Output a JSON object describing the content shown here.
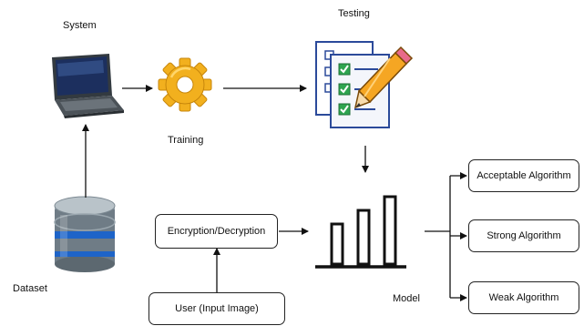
{
  "labels": {
    "system": "System",
    "testing": "Testing",
    "training": "Training",
    "dataset": "Dataset",
    "model": "Model"
  },
  "boxes": {
    "encryption": "Encryption/Decryption",
    "user_input": "User (Input Image)",
    "acceptable": "Acceptable Algorithm",
    "strong": "Strong Algorithm",
    "weak": "Weak Algorithm"
  },
  "icons": {
    "system": "laptop-icon",
    "training": "gear-icon",
    "testing": "checklist-pencil-icon",
    "dataset": "database-icon",
    "model": "bar-chart-icon"
  },
  "colors": {
    "gear": "#f2b01e",
    "database": "#6f7c86",
    "database_band": "#1e64c8",
    "checklist_border": "#2b4a9a",
    "check_fill": "#2ea44f",
    "pencil": "#f5a623"
  }
}
